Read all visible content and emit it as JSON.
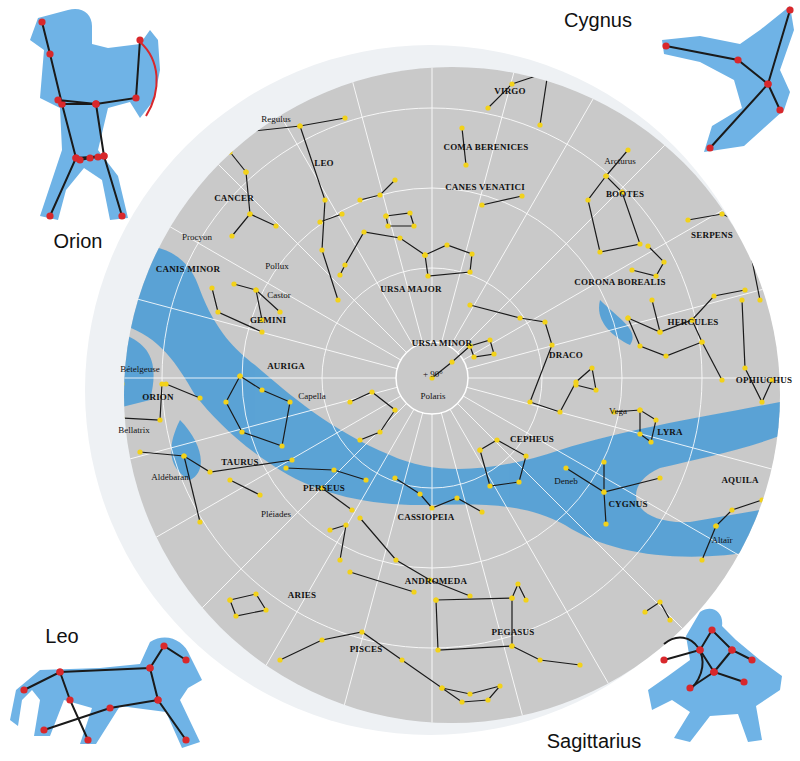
{
  "diagram": {
    "labels": [
      "Cygnus",
      "Orion",
      "Leo",
      "Sagittarius",
      "VIRGO",
      "Regulus",
      "LEO",
      "COMA BERENICES",
      "CANES VENATICI",
      "Arcturus",
      "BOOTES",
      "CANCER",
      "SERPENS",
      "Procyon",
      "CANIS MINOR",
      "Pollux",
      "Castor",
      "CORONA BOREALIS",
      "URSA MAJOR",
      "GEMINI",
      "HERCULES",
      "URSA MINOR",
      "DRACO",
      "+ 90°",
      "Polaris",
      "OPHIUCHUS",
      "Bételgeuse",
      "AURIGA",
      "Capella",
      "ORION",
      "Bellatrix",
      "Vega",
      "LYRA",
      "CEPHEUS",
      "TAURUS",
      "Aldébaran",
      "Deneb",
      "CYGNUS",
      "AQUILA",
      "PERSEUS",
      "Pléiades",
      "CASSIOPEIA",
      "Altaïr",
      "ARIES",
      "ANDROMEDA",
      "PEGASUS",
      "PISCES"
    ]
  }
}
